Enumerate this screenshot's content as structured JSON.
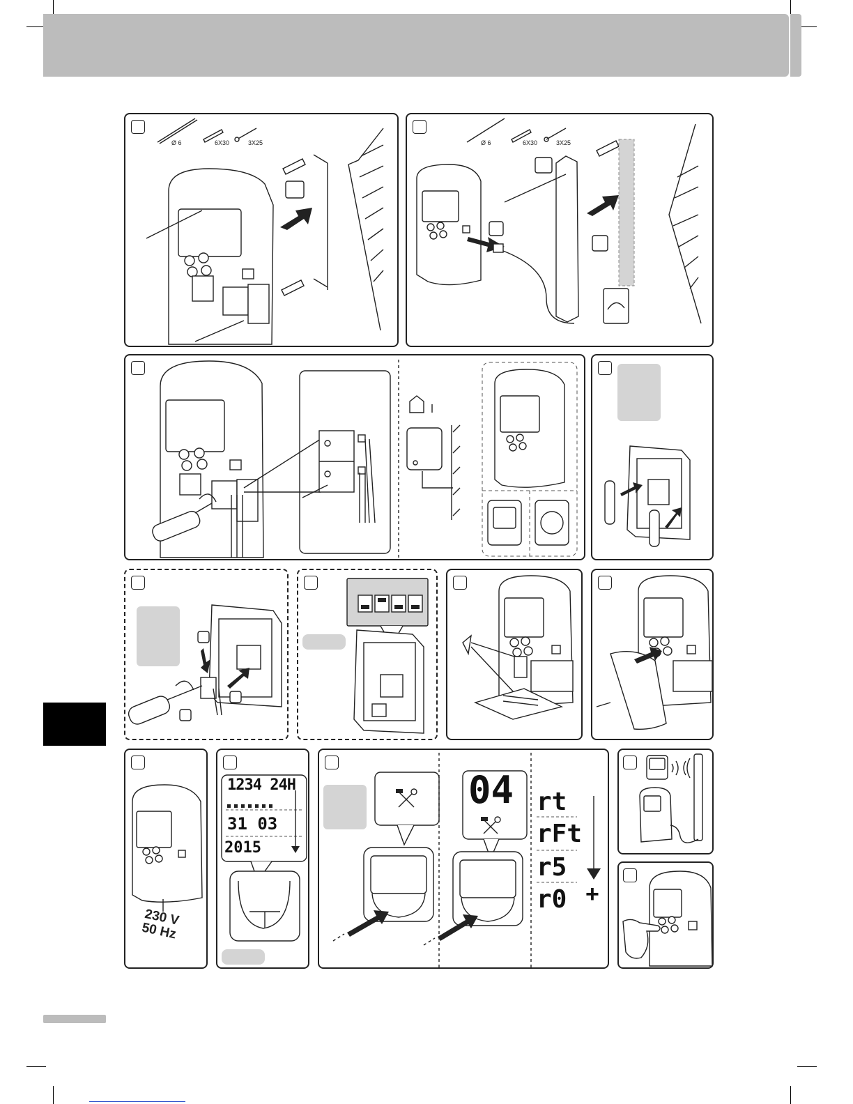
{
  "panel_1": {
    "drill_label": "Ø 6",
    "plug_label": "6X30",
    "screw_label": "3X25"
  },
  "panel_2": {
    "drill_label": "Ø 6",
    "plug_label": "6X30",
    "screw_label": "3X25"
  },
  "panel_date": {
    "display_line1": "1234 24H",
    "display_line2": "31 03",
    "display_line3": "2015"
  },
  "panel_config": {
    "display_value": "04",
    "menu_items": [
      "rt",
      "rFt",
      "r5",
      "r0"
    ],
    "plus_label": "+"
  },
  "panel_power": {
    "voltage": "230 V",
    "frequency": "50 Hz"
  },
  "icons": {
    "tools": "tools-icon",
    "arrow_down": "arrow-down-icon",
    "house": "house-icon"
  }
}
